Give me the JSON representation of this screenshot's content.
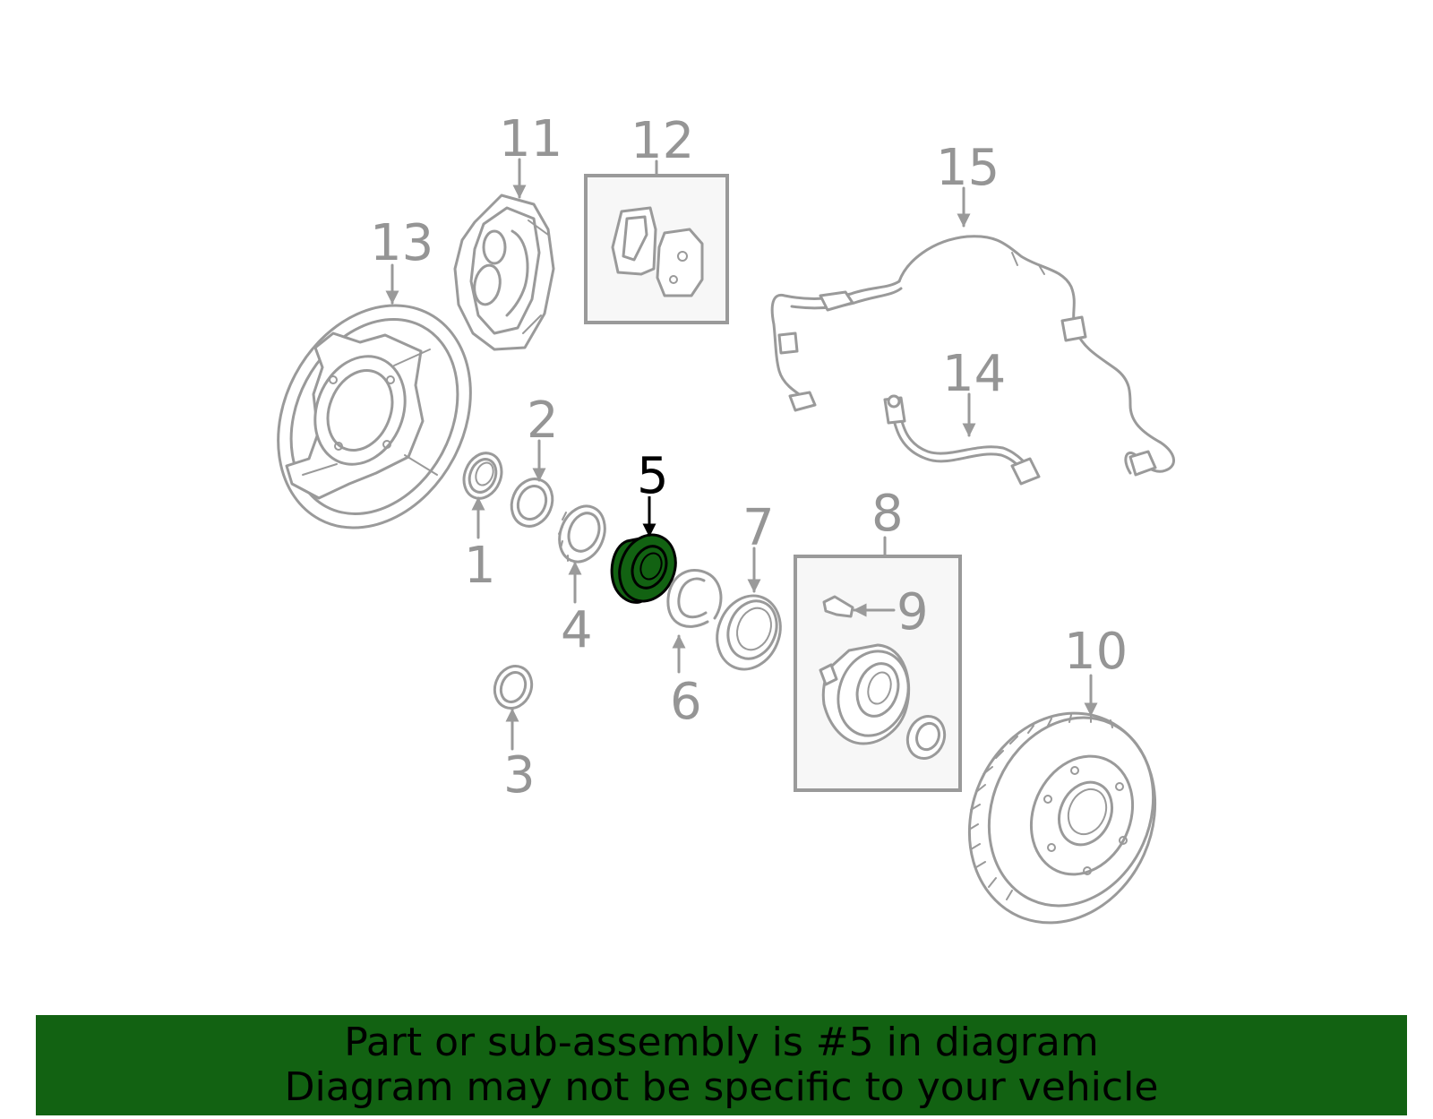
{
  "diagram": {
    "highlight_color": "#126212",
    "highlighted_part": "5",
    "labels": {
      "p1": "1",
      "p2": "2",
      "p3": "3",
      "p4": "4",
      "p5": "5",
      "p6": "6",
      "p7": "7",
      "p8": "8",
      "p9": "9",
      "p10": "10",
      "p11": "11",
      "p12": "12",
      "p13": "13",
      "p14": "14",
      "p15": "15"
    }
  },
  "banner": {
    "line1": "Part or sub-assembly is #5 in diagram",
    "line2": "Diagram may not be specific to your vehicle",
    "background": "#126212"
  }
}
